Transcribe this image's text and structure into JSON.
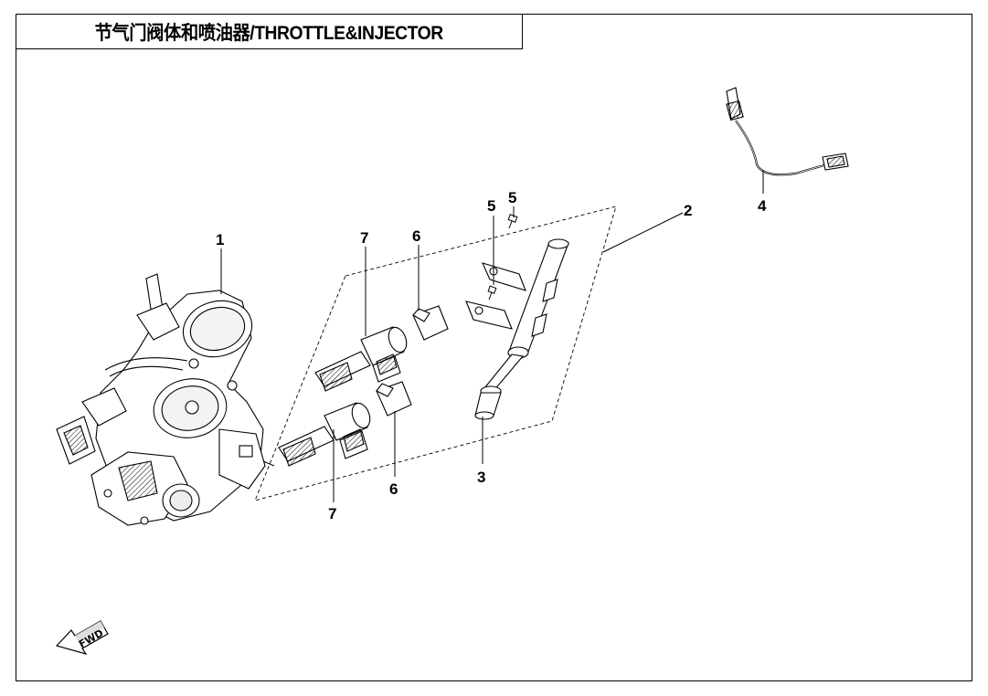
{
  "title": "节气门阀体和喷油器/THROTTLE&INJECTOR",
  "callouts": {
    "c1": "1",
    "c2": "2",
    "c3": "3",
    "c4": "4",
    "c5a": "5",
    "c5b": "5",
    "c6a": "6",
    "c6b": "6",
    "c7a": "7",
    "c7b": "7"
  },
  "fwd_label": "FWD",
  "parts": [
    {
      "ref": "1",
      "icon": "throttle-body-icon"
    },
    {
      "ref": "2",
      "icon": "fuel-rail-icon"
    },
    {
      "ref": "3",
      "icon": "fuel-pipe-icon"
    },
    {
      "ref": "4",
      "icon": "sensor-cable-icon"
    },
    {
      "ref": "5",
      "icon": "screw-icon"
    },
    {
      "ref": "6",
      "icon": "injector-clip-icon"
    },
    {
      "ref": "7",
      "icon": "fuel-injector-icon"
    }
  ]
}
